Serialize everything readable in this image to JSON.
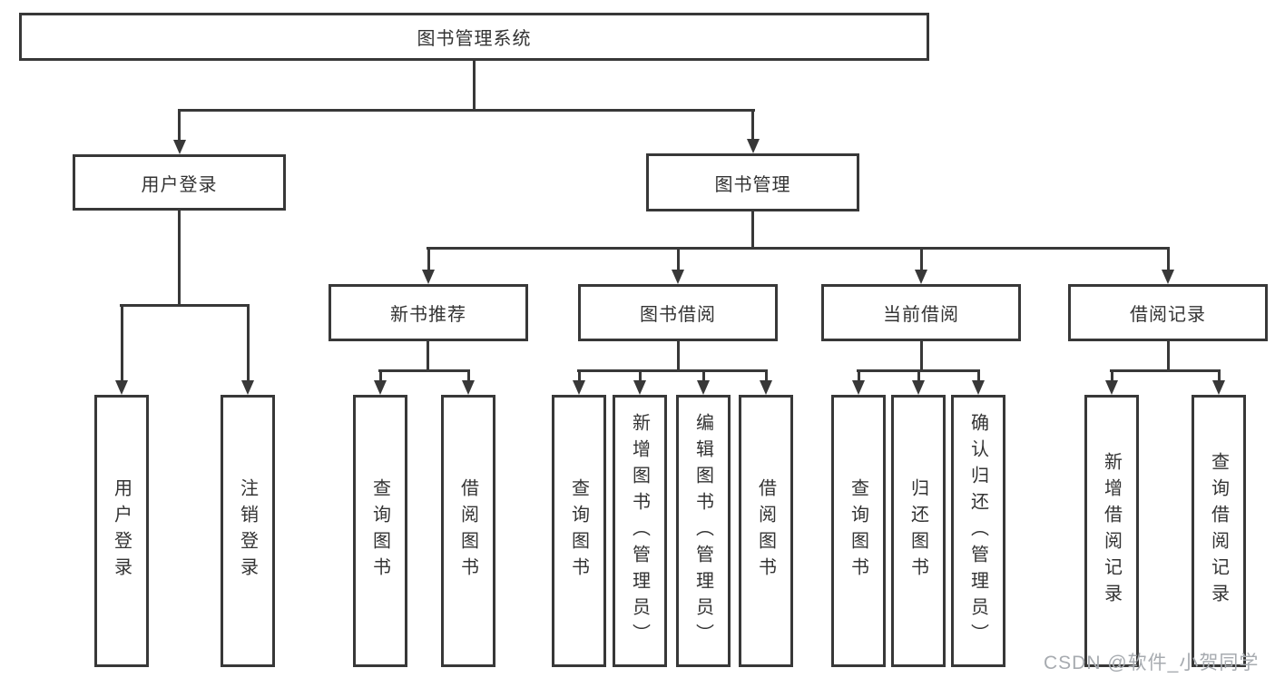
{
  "diagram": {
    "title": "图书管理系统",
    "branches": [
      {
        "label": "用户登录",
        "children": [
          {
            "label": "用户登录"
          },
          {
            "label": "注销登录"
          }
        ]
      },
      {
        "label": "图书管理",
        "children": [
          {
            "label": "新书推荐",
            "children": [
              {
                "label": "查询图书"
              },
              {
                "label": "借阅图书"
              }
            ]
          },
          {
            "label": "图书借阅",
            "children": [
              {
                "label": "查询图书"
              },
              {
                "label": "新增图书（管理员）"
              },
              {
                "label": "编辑图书（管理员）"
              },
              {
                "label": "借阅图书"
              }
            ]
          },
          {
            "label": "当前借阅",
            "children": [
              {
                "label": "查询图书"
              },
              {
                "label": "归还图书"
              },
              {
                "label": "确认归还（管理员）"
              }
            ]
          },
          {
            "label": "借阅记录",
            "children": [
              {
                "label": "新增借阅记录"
              },
              {
                "label": "查询借阅记录"
              }
            ]
          }
        ]
      }
    ]
  },
  "watermark": "CSDN @软件_小贺同学",
  "colors": {
    "line": "#383838",
    "text": "#333333",
    "background": "#ffffff",
    "watermark": "#a7abb0"
  }
}
